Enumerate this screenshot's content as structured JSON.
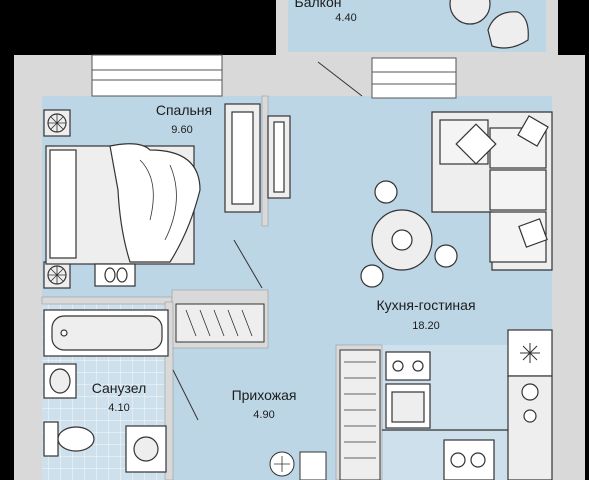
{
  "rooms": {
    "balcony": {
      "name": "Балкон",
      "area": "4.40"
    },
    "bedroom": {
      "name": "Спальня",
      "area": "9.60"
    },
    "kitchen": {
      "name": "Кухня-гостиная",
      "area": "18.20"
    },
    "bathroom": {
      "name": "Санузел",
      "area": "4.10"
    },
    "hallway": {
      "name": "Прихожая",
      "area": "4.90"
    }
  },
  "colors": {
    "background": "#000000",
    "wall": "#d9d9d9",
    "floor": "#bcd6e6",
    "tile": "#cfe0ed",
    "furniture": "#eeeeee",
    "outline": "#333333"
  },
  "icons": [
    "fan-icon",
    "stove-icon",
    "sink-icon",
    "toilet-icon",
    "bathtub-icon",
    "door-icon",
    "fan-coil-icon"
  ]
}
